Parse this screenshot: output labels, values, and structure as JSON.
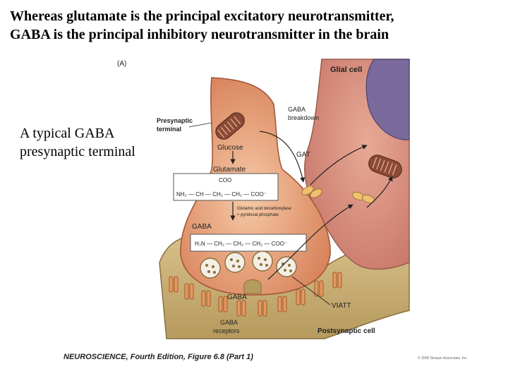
{
  "slide": {
    "title_line1": "Whereas glutamate is the principal excitatory neurotransmitter,",
    "title_line2": "GABA is the principal inhibitory neurotransmitter in the brain",
    "caption_line1": "A typical GABA",
    "caption_line2": "presynaptic terminal"
  },
  "figure": {
    "panel_label": "(A)",
    "labels": {
      "glial_cell": "Glial cell",
      "presynaptic_1": "Presynaptic",
      "presynaptic_2": "terminal",
      "gaba_breakdown_1": "GABA",
      "gaba_breakdown_2": "breakdown",
      "glucose": "Glucose",
      "gat": "GAT",
      "glutamate": "Glutamate",
      "gad_1": "Glutamic acid decarboxylase",
      "gad_2": "+ pyridoxal phosphate",
      "gaba": "GABA",
      "gaba_cleft": "GABA",
      "viatt": "VIATT",
      "gaba_receptors_1": "GABA",
      "gaba_receptors_2": "receptors",
      "postsynaptic": "Postsynaptic cell"
    },
    "formula_glutamate": {
      "top": "COO",
      "main": "NH₃ — CH — CH₂ — CH₂ — COO⁻"
    },
    "formula_gaba": "H₃N — CH₂ — CH₂ — CH₂ — COO⁻",
    "credit": "NEUROSCIENCE, Fourth Edition, Figure 6.8 (Part 1)",
    "copyright": "© 2008 Sinauer Associates, Inc."
  },
  "colors": {
    "terminal": "#e9a27a",
    "glia": "#d4876e",
    "nucleus": "#7a6a9c",
    "postsynaptic": "#c9b27a",
    "mitochondria": "#8b4a36"
  }
}
